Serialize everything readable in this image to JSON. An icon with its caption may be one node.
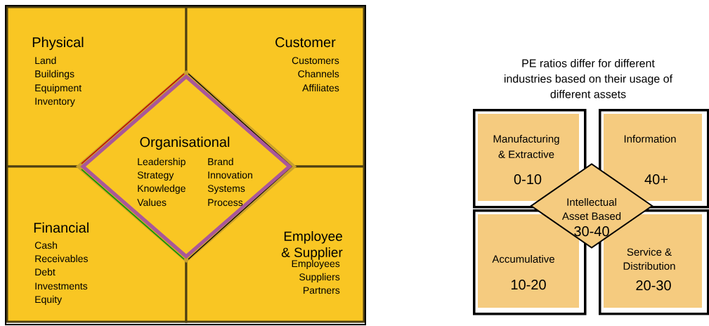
{
  "diagram": {
    "nodes": [
      {
        "text": [
          "Physical",
          "Land",
          "Buildings",
          "Equipment",
          "Inventory"
        ]
      },
      {
        "text": [
          "Customer",
          "Customers",
          "Channels",
          "Affiliates"
        ]
      },
      {
        "text": [
          "Organisational",
          "Leadership",
          "Strategy",
          "Knowledge",
          "Values",
          "Brand",
          "Innovation",
          "Systems",
          "Process"
        ]
      },
      {
        "text": [
          "Financial",
          "Cash",
          "Receivables",
          "Debt",
          "Investments",
          "Equity"
        ]
      },
      {
        "text": [
          "Employee & Supplier",
          "Employees",
          "Suppliers",
          "Partners"
        ]
      },
      {
        "text": [
          "Manufacturing & Extractive",
          "0-10"
        ]
      },
      {
        "text": [
          "Information",
          "40+"
        ]
      },
      {
        "text": [
          "Accumulative",
          "10-20"
        ]
      },
      {
        "text": [
          "Service & Distribution",
          "20-30"
        ]
      },
      {
        "text": [
          "Intellectual Asset Based",
          "30-40"
        ]
      }
    ],
    "labels": [
      "PE ratios differ for different industries based on their usage of different assets"
    ]
  }
}
